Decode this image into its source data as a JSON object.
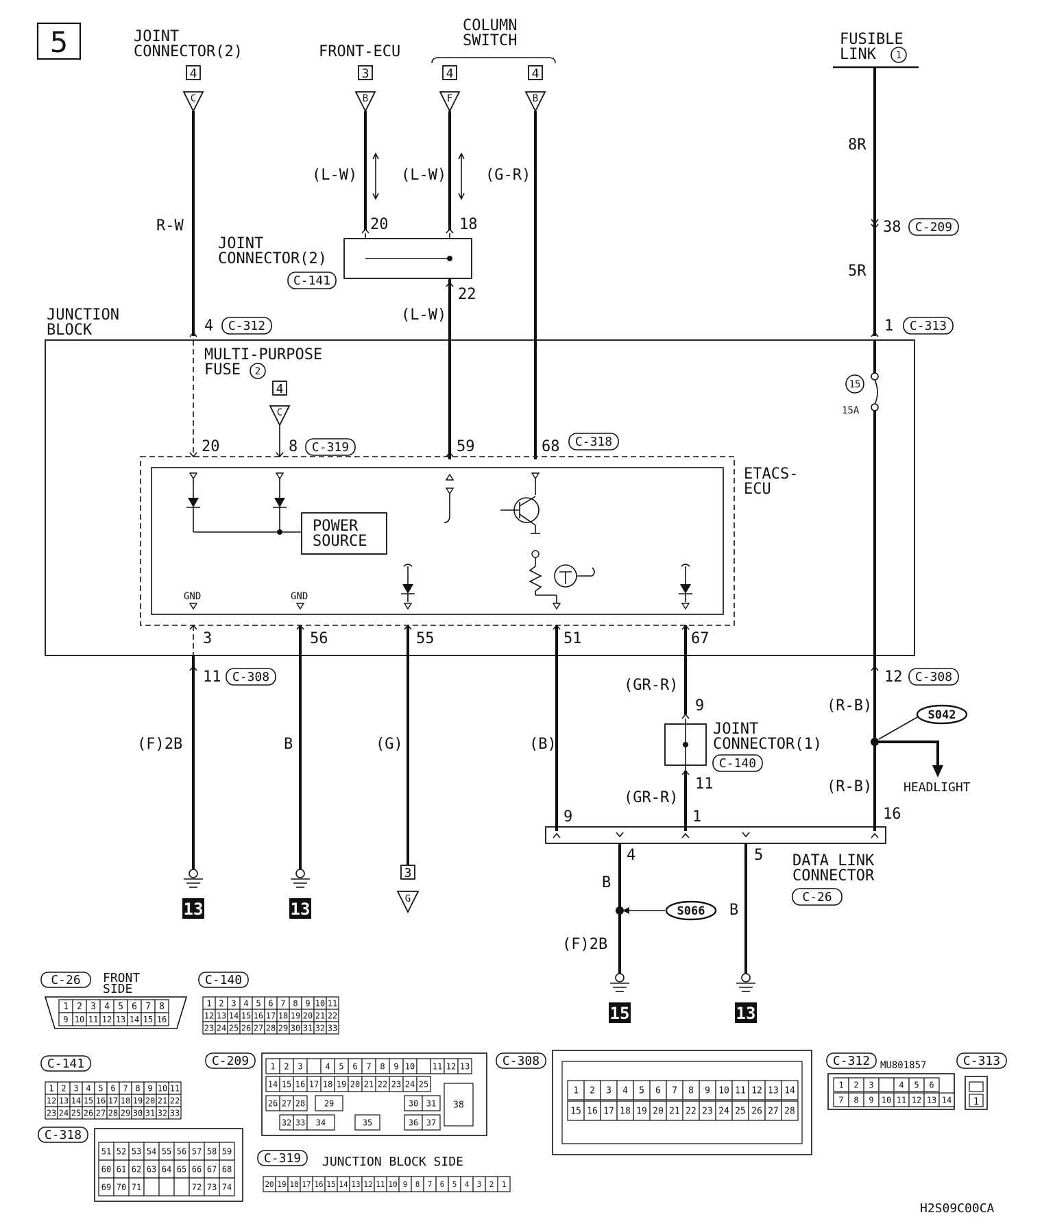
{
  "page_number": "5",
  "sources": {
    "joint_connector_2": {
      "label_l1": "JOINT",
      "label_l2": "CONNECTOR(2)",
      "ref": "4",
      "pin": "C"
    },
    "front_ecu": {
      "label": "FRONT-ECU",
      "ref": "3",
      "pin": "B"
    },
    "column_switch": {
      "label_l1": "COLUMN",
      "label_l2": "SWITCH",
      "ref_a": "4",
      "pin_a": "F",
      "ref_b": "4",
      "pin_b": "B"
    },
    "fusible_link": {
      "label_l1": "FUSIBLE",
      "label_l2": "LINK",
      "num": "1"
    }
  },
  "wires": {
    "rw": "R-W",
    "lw1": "(L-W)",
    "lw2": "(L-W)",
    "lw3": "(L-W)",
    "gr": "(G-R)",
    "w8r": "8R",
    "w5r": "5R",
    "f2b": "(F)2B",
    "b": "B",
    "g": "(G)",
    "bparen": "(B)",
    "grr1": "(GR-R)",
    "grr2": "(GR-R)",
    "rb1": "(R-B)",
    "rb2": "(R-B)",
    "b_dlc1": "B",
    "f2b_dlc": "(F)2B",
    "b_dlc2": "B"
  },
  "pins": {
    "p20": "20",
    "p18": "18",
    "p22": "22",
    "p38": "38",
    "p4": "4",
    "p1": "1",
    "e20": "20",
    "e8": "8",
    "e59": "59",
    "e68": "68",
    "e3": "3",
    "e56": "56",
    "e55": "55",
    "e51": "51",
    "e67": "67",
    "p11": "11",
    "p12": "12",
    "j9": "9",
    "j11": "11",
    "d9": "9",
    "d1": "1",
    "d16": "16",
    "d4": "4",
    "d5": "5"
  },
  "connectors": {
    "c209": "C-209",
    "c313": "C-313",
    "c312": "C-312",
    "c141": "C-141",
    "c319": "C-319",
    "c318": "C-318",
    "c308a": "C-308",
    "c308b": "C-308",
    "c140": "C-140",
    "c26": "C-26"
  },
  "components": {
    "joint_conn_2": {
      "l1": "JOINT",
      "l2": "CONNECTOR(2)"
    },
    "junction_block": {
      "l1": "JUNCTION",
      "l2": "BLOCK"
    },
    "mp_fuse": {
      "l1": "MULTI-PURPOSE",
      "l2": "FUSE",
      "num": "2",
      "ref": "4",
      "pin": "C"
    },
    "fuse15": {
      "num": "15",
      "rating": "15A"
    },
    "etacs": {
      "l1": "ETACS-",
      "l2": "ECU"
    },
    "power_source": {
      "l1": "POWER",
      "l2": "SOURCE"
    },
    "gnd_a": "GND",
    "gnd_b": "GND",
    "joint_conn_1": {
      "l1": "JOINT",
      "l2": "CONNECTOR(1)"
    },
    "splice_s042": "S042",
    "headlight": "HEADLIGHT",
    "data_link": {
      "l1": "DATA LINK",
      "l2": "CONNECTOR"
    },
    "splice_s066": "S066"
  },
  "grounds": {
    "g1": "13",
    "g2": "13",
    "g3_ref": "3",
    "g3_pin": "G",
    "g4": "15",
    "g5": "13"
  },
  "connector_views": {
    "c26": {
      "label": "C-26",
      "note_l1": "FRONT",
      "note_l2": "SIDE",
      "row1": [
        "1",
        "2",
        "3",
        "4",
        "5",
        "6",
        "7",
        "8"
      ],
      "row2": [
        "9",
        "10",
        "11",
        "12",
        "13",
        "14",
        "15",
        "16"
      ]
    },
    "c140": {
      "label": "C-140",
      "row1": [
        "1",
        "2",
        "3",
        "4",
        "5",
        "6",
        "7",
        "8",
        "9",
        "10",
        "11"
      ],
      "row2": [
        "12",
        "13",
        "14",
        "15",
        "16",
        "17",
        "18",
        "19",
        "20",
        "21",
        "22"
      ],
      "row3": [
        "23",
        "24",
        "25",
        "26",
        "27",
        "28",
        "29",
        "30",
        "31",
        "32",
        "33"
      ]
    },
    "c141": {
      "label": "C-141",
      "row1": [
        "1",
        "2",
        "3",
        "4",
        "5",
        "6",
        "7",
        "8",
        "9",
        "10",
        "11"
      ],
      "row2": [
        "12",
        "13",
        "14",
        "15",
        "16",
        "17",
        "18",
        "19",
        "20",
        "21",
        "22"
      ],
      "row3": [
        "23",
        "24",
        "25",
        "26",
        "27",
        "28",
        "29",
        "30",
        "31",
        "32",
        "33"
      ]
    },
    "c209": {
      "label": "C-209",
      "row1": [
        "1",
        "2",
        "3",
        "",
        "4",
        "5",
        "6",
        "7",
        "8",
        "9",
        "10",
        "",
        "11",
        "12",
        "13"
      ],
      "row2": [
        "14",
        "15",
        "16",
        "17",
        "18",
        "19",
        "20",
        "21",
        "22",
        "23",
        "24",
        "25"
      ],
      "row3a": [
        "26",
        "27",
        "28",
        "29",
        "30",
        "31"
      ],
      "row4": [
        "32",
        "33",
        "34",
        "35",
        "36",
        "37"
      ],
      "big": "38"
    },
    "c308": {
      "label": "C-308",
      "row1": [
        "1",
        "2",
        "3",
        "4",
        "5",
        "6",
        "7",
        "8",
        "9",
        "10",
        "11",
        "12",
        "13",
        "14"
      ],
      "row2": [
        "15",
        "16",
        "17",
        "18",
        "19",
        "20",
        "21",
        "22",
        "23",
        "24",
        "25",
        "26",
        "27",
        "28"
      ]
    },
    "c312": {
      "label": "C-312",
      "part": "MU801857",
      "row1": [
        "1",
        "2",
        "3",
        "",
        "4",
        "5",
        "6"
      ],
      "row2": [
        "7",
        "8",
        "9",
        "10",
        "11",
        "12",
        "13",
        "14"
      ]
    },
    "c313": {
      "label": "C-313",
      "pin": "1"
    },
    "c318": {
      "label": "C-318",
      "row1": [
        "51",
        "52",
        "53",
        "54",
        "55",
        "56",
        "57",
        "58",
        "59"
      ],
      "row2": [
        "60",
        "61",
        "62",
        "63",
        "64",
        "65",
        "66",
        "67",
        "68"
      ],
      "row3": [
        "69",
        "70",
        "71",
        "",
        "",
        "",
        "72",
        "73",
        "74"
      ]
    },
    "c319": {
      "label": "C-319",
      "note": "JUNCTION BLOCK SIDE",
      "row1": [
        "20",
        "19",
        "18",
        "17",
        "16",
        "15",
        "14",
        "13",
        "12",
        "11",
        "10",
        "9",
        "8",
        "7",
        "6",
        "5",
        "4",
        "3",
        "2",
        "1"
      ]
    }
  },
  "drawing_code": "H2S09C00CA"
}
